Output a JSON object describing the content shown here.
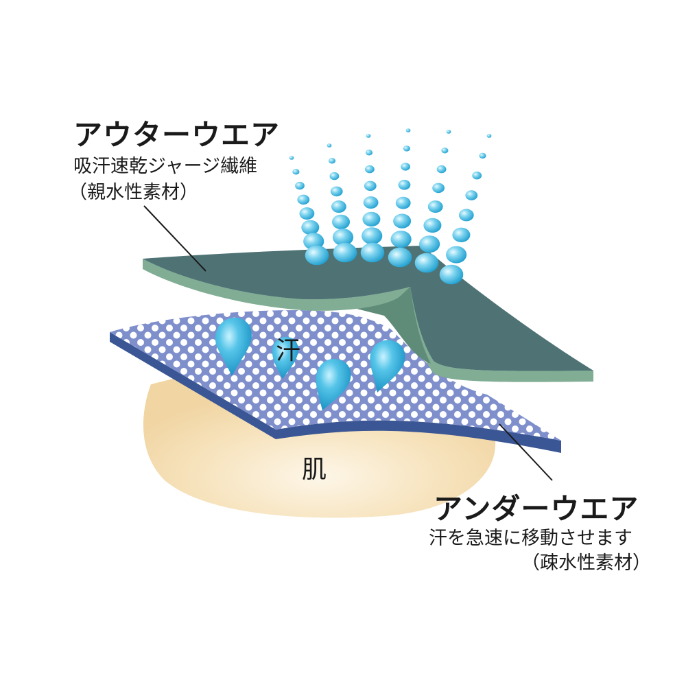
{
  "labels": {
    "outer_title": "アウターウエア",
    "outer_desc1": "吸汗速乾ジャージ繊維",
    "outer_desc2": "（親水性素材）",
    "under_title": "アンダーウエア",
    "under_desc1": "汗を急速に移動させます",
    "under_desc2": "（疎水性素材）",
    "sweat": "汗",
    "skin": "肌"
  },
  "colors": {
    "outer_top": "#4f7375",
    "outer_edge": "#80ad93",
    "outer_edge_dark": "#6b9a82",
    "under_mesh": "#7e8fcc",
    "under_edge": "#3a5694",
    "skin": "#f4dcae",
    "skin_light": "#fbf1de",
    "droplet": "#2aa7d6",
    "droplet_light": "#9fe2f7"
  }
}
